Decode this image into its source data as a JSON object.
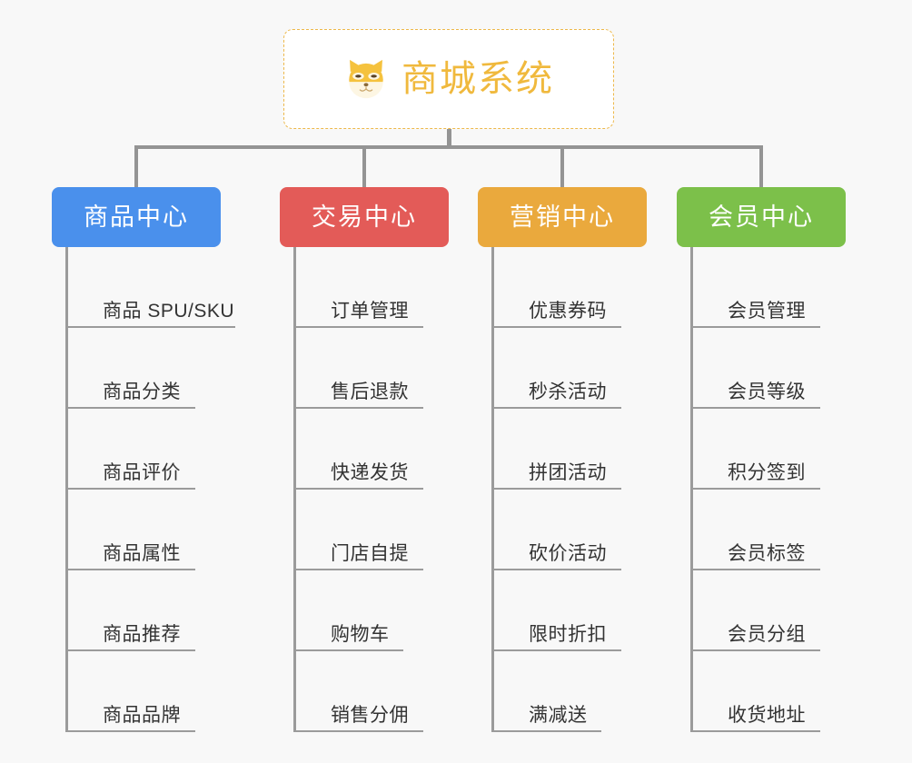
{
  "root": {
    "title": "商城系统",
    "icon": "shiba-dog-face-icon",
    "border_color": "#edb84a",
    "text_color": "#f0b93d"
  },
  "connector_color": "#949494",
  "background_color": "#f8f8f8",
  "leaf_text_color": "#333333",
  "branches": [
    {
      "label": "商品中心",
      "color": "#4a90ec",
      "items": [
        "商品 SPU/SKU",
        "商品分类",
        "商品评价",
        "商品属性",
        "商品推荐",
        "商品品牌"
      ]
    },
    {
      "label": "交易中心",
      "color": "#e35b58",
      "items": [
        "订单管理",
        "售后退款",
        "快递发货",
        "门店自提",
        "购物车",
        "销售分佣"
      ]
    },
    {
      "label": "营销中心",
      "color": "#eaa93d",
      "items": [
        "优惠券码",
        "秒杀活动",
        "拼团活动",
        "砍价活动",
        "限时折扣",
        "满减送"
      ]
    },
    {
      "label": "会员中心",
      "color": "#7cc04a",
      "items": [
        "会员管理",
        "会员等级",
        "积分签到",
        "会员标签",
        "会员分组",
        "收货地址"
      ]
    }
  ]
}
